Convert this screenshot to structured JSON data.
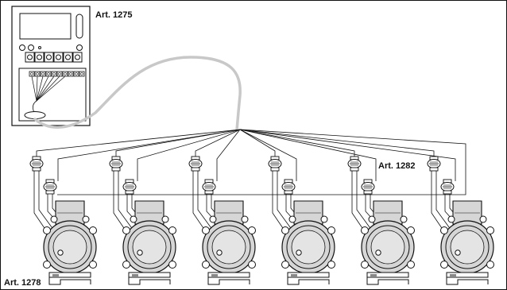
{
  "labels": {
    "controller": "Art. 1275",
    "valves": "Art. 1282",
    "actuators": "Art. 1278"
  },
  "units": {
    "actuator_count": 6
  },
  "colors": {
    "line": "#111111",
    "cable": "#c8c8c8",
    "body_fill": "#d6d6d6",
    "background": "#ffffff"
  }
}
